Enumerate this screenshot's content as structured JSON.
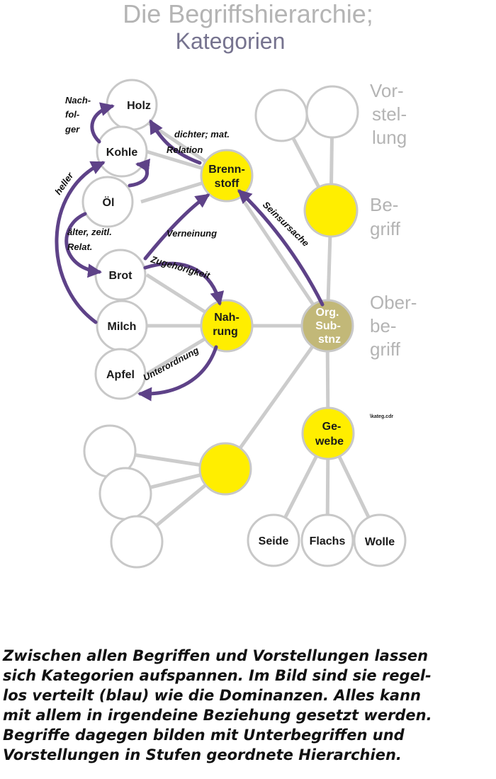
{
  "title": {
    "line1": "Die Begriffshierarchie;",
    "line2": "Kategorien"
  },
  "nodes": {
    "holz": "Holz",
    "kohle": "Kohle",
    "oel": "Öl",
    "brot": "Brot",
    "milch": "Milch",
    "apfel": "Apfel",
    "brennstoff": [
      "Brenn-",
      "stoff"
    ],
    "nahrung": [
      "Nah-",
      "rung"
    ],
    "org_substanz": [
      "Org.",
      "Sub-",
      "stnz"
    ],
    "gewebe": [
      "Ge-",
      "webe"
    ],
    "seide": "Seide",
    "flachs": "Flachs",
    "wolle": "Wolle"
  },
  "levels": {
    "vorstellung": [
      "Vor-",
      "stel-",
      "lung"
    ],
    "begriff": [
      "Be-",
      "griff"
    ],
    "oberbegriff": [
      "Ober-",
      "be-",
      "griff"
    ]
  },
  "relations": {
    "nachfolger": [
      "Nach-",
      "fol-",
      "ger"
    ],
    "dichter": [
      "dichter; mat.",
      "Relation"
    ],
    "heller": "heller",
    "aelter": [
      "älter, zeitl.",
      "Relat."
    ],
    "verneinung": "Verneinung",
    "zugehoerigkeit": "Zugehörigkeit",
    "seinsursache": "Seinsursache",
    "unterordnung": "Unterordnung"
  },
  "file_label": "\\kateg.cdr",
  "caption": [
    "Zwischen allen Begriffen und Vorstellungen lassen",
    "sich Kategorien aufspannen. Im Bild sind sie regel-",
    "los verteilt (blau) wie die Dominanzen. Alles kann",
    "mit allem in irgendeine Beziehung gesetzt werden.",
    "Begriffe dagegen bilden mit Unterbegriffen und",
    "Vorstellungen in Stufen geordnete Hierarchien."
  ],
  "colors": {
    "concept_fill": "#ffee00",
    "org_fill": "#c2b878",
    "edge": "#cccccc",
    "circle_stroke": "#c8c8c8",
    "relation_arrow": "#5e4288",
    "level_label": "#b4b4b4",
    "title_main": "#b4b4b4",
    "title_sub": "#76738f"
  }
}
